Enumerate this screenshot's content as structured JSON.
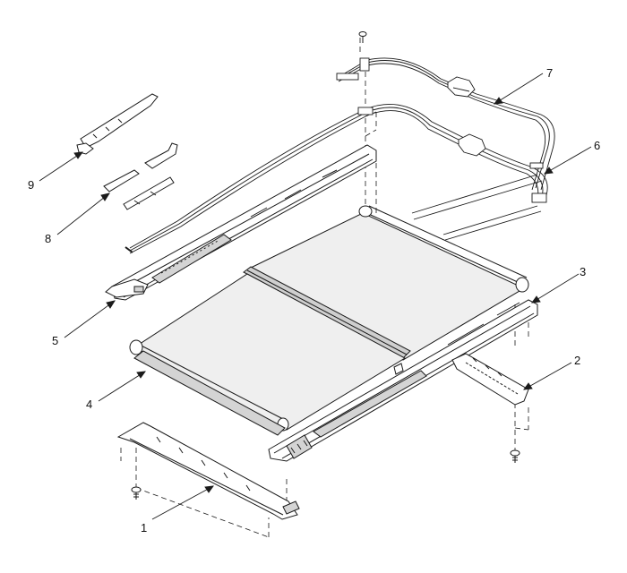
{
  "diagram": {
    "callouts": [
      {
        "id": "1",
        "part": "front-rail-bracket"
      },
      {
        "id": "2",
        "part": "rear-rail-bracket"
      },
      {
        "id": "3",
        "part": "right-guide-rail"
      },
      {
        "id": "4",
        "part": "roller-blind"
      },
      {
        "id": "5",
        "part": "left-guide-rail"
      },
      {
        "id": "6",
        "part": "drive-cable-lower"
      },
      {
        "id": "7",
        "part": "drive-cable-upper"
      },
      {
        "id": "8",
        "part": "slider-clip"
      },
      {
        "id": "9",
        "part": "rail-end-bracket"
      }
    ],
    "colors": {
      "line": "#1a1a1a",
      "fill": "#ffffff",
      "shade": "#d4d4d4",
      "blind": "#efefef"
    }
  }
}
